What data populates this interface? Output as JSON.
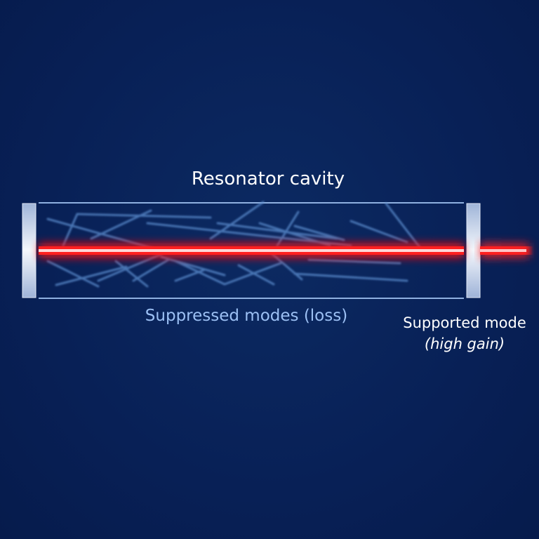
{
  "diagram": {
    "title": "Resonator cavity",
    "suppressed_label": "Suppressed modes (loss)",
    "supported_label_line1": "Supported mode",
    "supported_label_line2": "(high gain)"
  },
  "colors": {
    "background": "#082056",
    "beam": "#ff1a1a",
    "mode_lines": "#5d8fd0",
    "mirror": "#c8d6ee"
  }
}
